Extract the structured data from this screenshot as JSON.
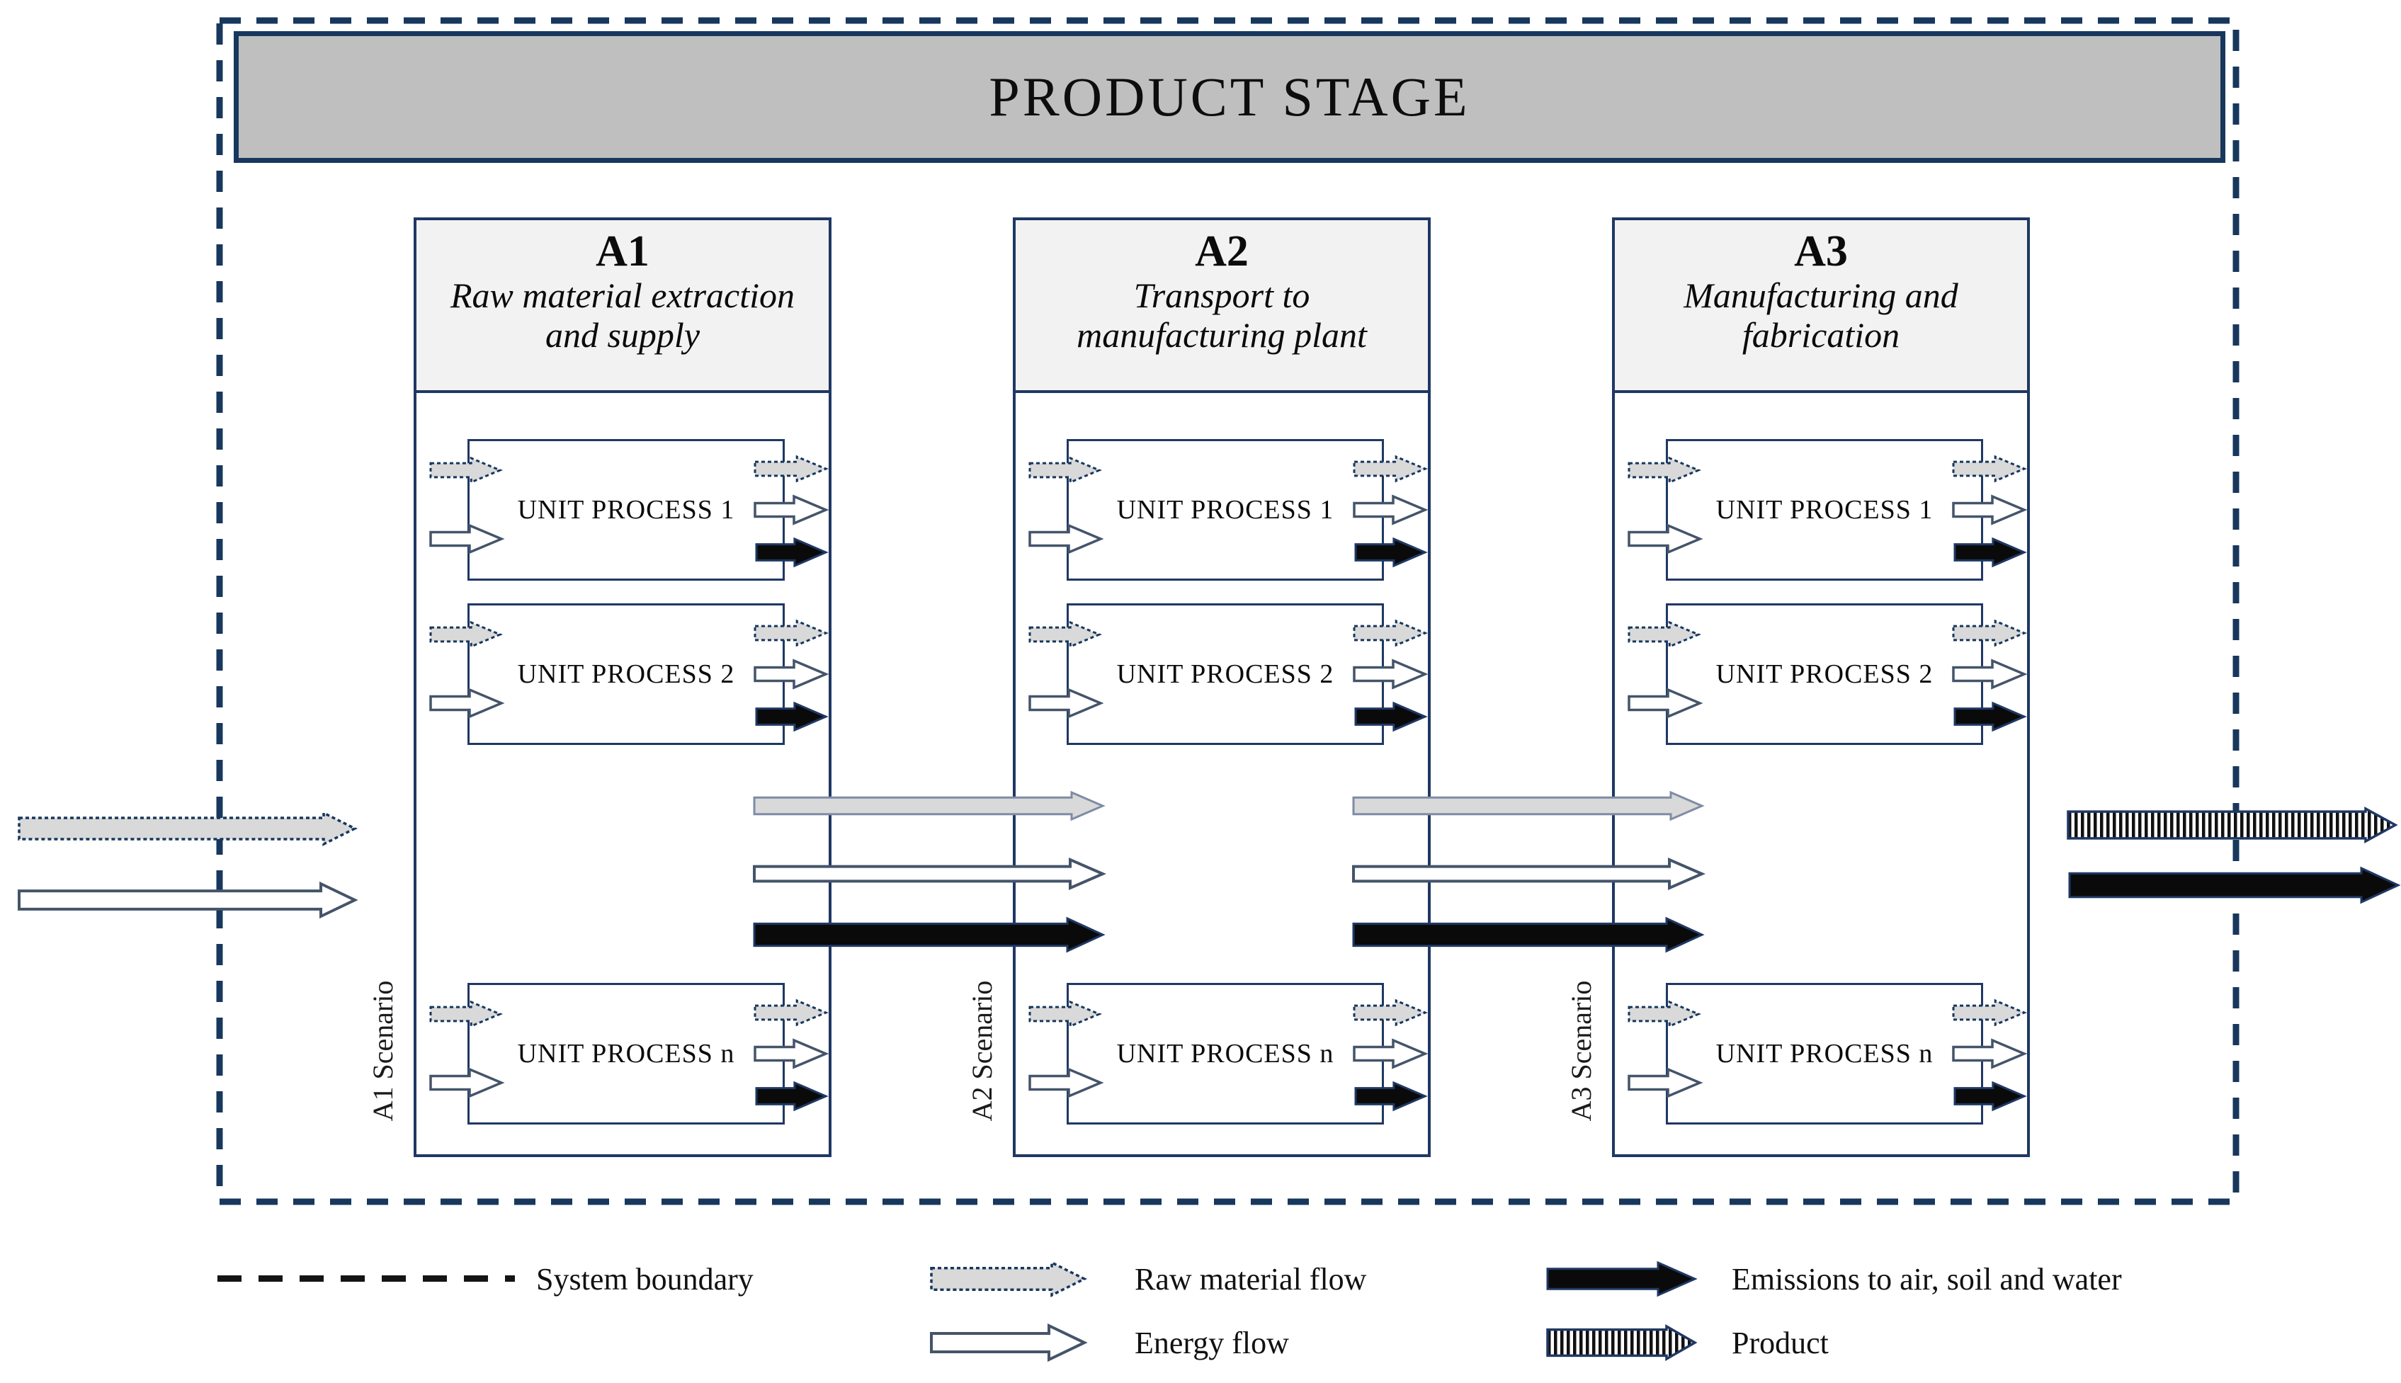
{
  "diagram_title": "PRODUCT STAGE",
  "stages": [
    {
      "code": "A1",
      "name": "Raw material extraction and supply",
      "scenario_label": "A1 Scenario",
      "unit_processes": [
        "UNIT PROCESS 1",
        "UNIT PROCESS 2",
        "UNIT PROCESS n"
      ]
    },
    {
      "code": "A2",
      "name": "Transport to manufacturing plant",
      "scenario_label": "A2 Scenario",
      "unit_processes": [
        "UNIT PROCESS 1",
        "UNIT PROCESS 2",
        "UNIT PROCESS n"
      ]
    },
    {
      "code": "A3",
      "name": "Manufacturing and fabrication",
      "scenario_label": "A3 Scenario",
      "unit_processes": [
        "UNIT PROCESS 1",
        "UNIT PROCESS 2",
        "UNIT PROCESS n"
      ]
    }
  ],
  "legend": {
    "system_boundary": "System boundary",
    "raw_material": "Raw material flow",
    "energy": "Energy flow",
    "emissions": "Emissions to air, soil and water",
    "product": "Product"
  },
  "colors": {
    "boundary_navy": "#17375d",
    "box_border_navy": "#1f3864",
    "title_bar_fill": "#bfbfbf",
    "stage_header_fill": "#f2f2f2",
    "raw_arrow_fill": "#d9d9d9",
    "energy_arrow_fill": "#ffffff",
    "emission_arrow_fill": "#0a0a0a",
    "product_stripe": "#111111"
  }
}
